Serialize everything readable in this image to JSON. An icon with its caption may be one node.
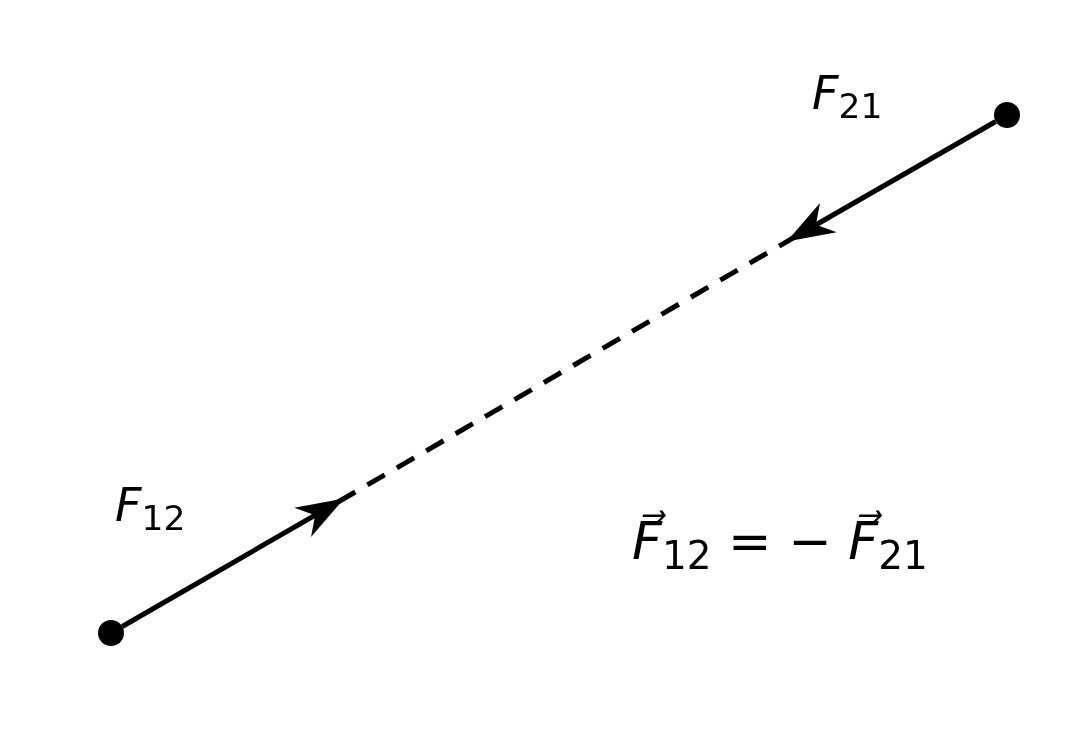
{
  "diagram": {
    "nodes": [
      {
        "text": [],
        "shape": "circle"
      },
      {
        "text": [],
        "shape": "circle"
      }
    ],
    "edges": [
      {
        "from": 0,
        "to": null,
        "arrow": "to",
        "label": "*F*$_{12}$"
      },
      {
        "from": 1,
        "to": null,
        "arrow": "to",
        "label": "*F*$_{21}$"
      }
    ],
    "labels": [
      "*F⃗*$_{12}$ = − *F⃗*$_{21}$"
    ]
  }
}
